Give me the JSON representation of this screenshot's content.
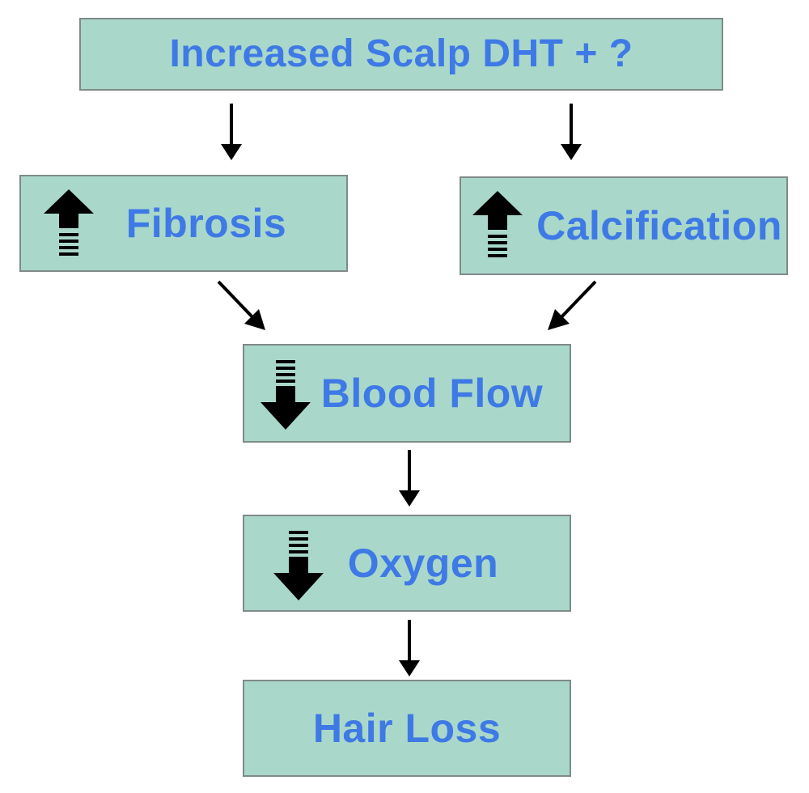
{
  "nodes": {
    "top": {
      "label": "Increased Scalp DHT + ?"
    },
    "fibrosis": {
      "label": "Fibrosis",
      "indicator": "increase-arrow-icon"
    },
    "calcification": {
      "label": "Calcification",
      "indicator": "increase-arrow-icon"
    },
    "blood_flow": {
      "label": "Blood Flow",
      "indicator": "decrease-arrow-icon"
    },
    "oxygen": {
      "label": "Oxygen",
      "indicator": "decrease-arrow-icon"
    },
    "hair_loss": {
      "label": "Hair Loss"
    }
  },
  "edges": [
    {
      "from": "top",
      "to": "fibrosis"
    },
    {
      "from": "top",
      "to": "calcification"
    },
    {
      "from": "fibrosis",
      "to": "blood_flow"
    },
    {
      "from": "calcification",
      "to": "blood_flow"
    },
    {
      "from": "blood_flow",
      "to": "oxygen"
    },
    {
      "from": "oxygen",
      "to": "hair_loss"
    }
  ],
  "colors": {
    "box_fill": "#a9d8cb",
    "box_border": "#7f8a88",
    "label_text": "#3f79e5",
    "arrow": "#000000"
  }
}
